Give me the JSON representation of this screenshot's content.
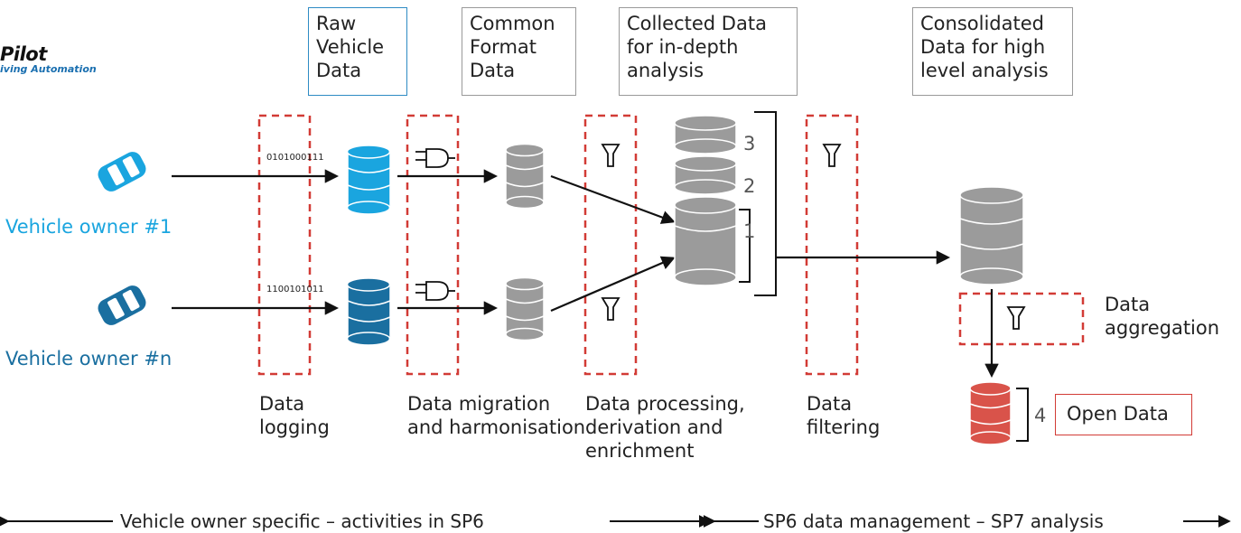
{
  "logo": {
    "line1": "Pilot",
    "line2": "iving Automation"
  },
  "headers": {
    "raw": "Raw Vehicle Data",
    "common": "Common Format Data",
    "collected": "Collected Data for in-depth analysis",
    "consolidated": "Consolidated Data for high level analysis"
  },
  "owners": {
    "first": "Vehicle owner #1",
    "n": "Vehicle owner #n"
  },
  "bits": {
    "first": "0101000111",
    "n": "1100101011"
  },
  "stack_numbers": [
    "3",
    "2",
    "1"
  ],
  "open_number": "4",
  "open_data": "Open Data",
  "steps": {
    "logging": "Data logging",
    "migration": "Data migration and harmonisation",
    "processing": "Data processing, derivation and enrichment",
    "filtering": "Data filtering",
    "aggregation": "Data aggregation"
  },
  "footer": {
    "left": "Vehicle owner specific – activities in SP6",
    "right": "SP6 data management – SP7 analysis"
  },
  "colors": {
    "owner1": "#1aa5df",
    "ownerN": "#1a6fa0",
    "db_gray": "#9b9b9b",
    "open": "#d9534a",
    "dashed": "#d23b36"
  }
}
